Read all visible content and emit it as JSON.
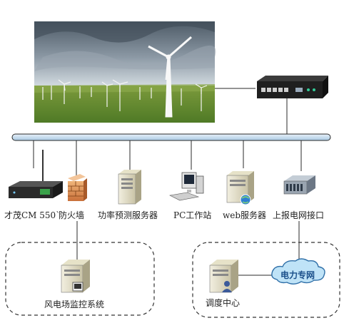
{
  "labels": {
    "gateway": "才茂CM 550`",
    "firewall": "防火墙",
    "power_forecast_server": "功率预测服务器",
    "pc_workstation": "PC工作站",
    "web_server": "web服务器",
    "report_interface": "上报电网接口",
    "monitoring_system": "风电场监控系统",
    "dispatch_center": "调度中心",
    "power_private_network": "电力专网"
  },
  "colors": {
    "bus": "#cfe3f1",
    "bus_stroke": "#2a2a2a",
    "cloud": "#bfe3f7",
    "cloud_text": "#1a4f8a",
    "dashed_border": "#333333",
    "firewall": "#e8a060"
  },
  "icons": {
    "photo": "wind-farm-photo",
    "router": "router-device-icon",
    "gateway": "modem-gateway-icon",
    "firewall": "firewall-icon",
    "server": "server-icon",
    "workstation": "pc-workstation-icon",
    "web": "web-server-icon",
    "interface": "network-interface-icon",
    "cloud": "cloud-icon"
  }
}
